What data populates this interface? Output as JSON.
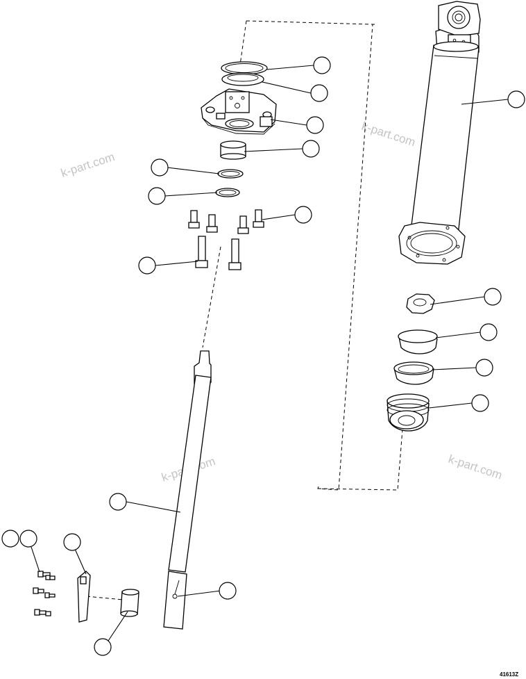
{
  "watermark": {
    "text": "k-part.com",
    "color": "#c4c4c4"
  },
  "drawing_code": "41613Z",
  "callouts": [
    {
      "id": "piston-seal-ring-top"
    },
    {
      "id": "wiper-ring"
    },
    {
      "id": "cylinder-head-flange"
    },
    {
      "id": "bushing"
    },
    {
      "id": "o-ring-upper"
    },
    {
      "id": "o-ring-lower"
    },
    {
      "id": "short-bolts"
    },
    {
      "id": "long-bolts"
    },
    {
      "id": "cylinder-barrel"
    },
    {
      "id": "lock-nut"
    },
    {
      "id": "wear-ring"
    },
    {
      "id": "seal-ring"
    },
    {
      "id": "piston"
    },
    {
      "id": "piston-rod"
    },
    {
      "id": "rod-grease-fitting"
    },
    {
      "id": "screw-a"
    },
    {
      "id": "screw-b"
    },
    {
      "id": "cover-plate"
    },
    {
      "id": "rod-eye-bushing"
    }
  ]
}
